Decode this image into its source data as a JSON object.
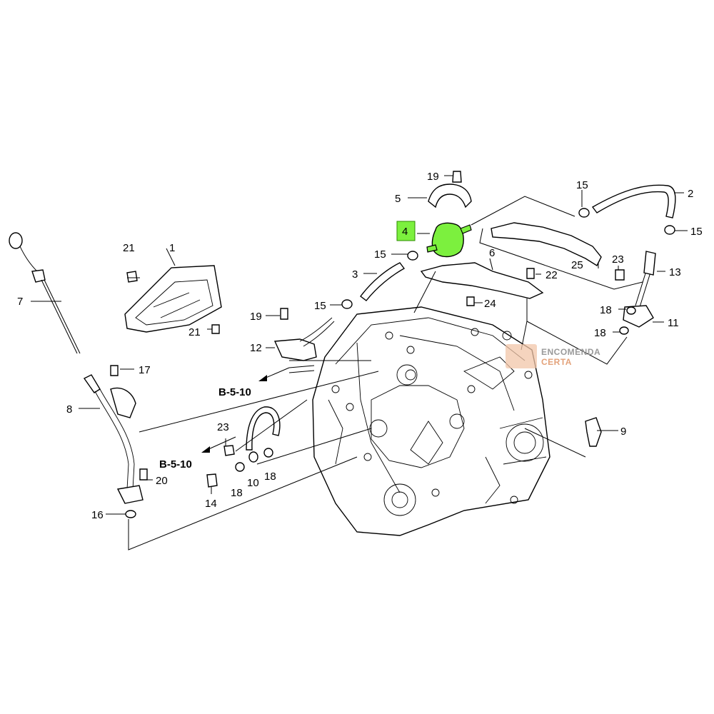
{
  "diagram": {
    "callouts": {
      "c1": "1",
      "c2": "2",
      "c3": "3",
      "c4": "4",
      "c5": "5",
      "c6": "6",
      "c7": "7",
      "c8": "8",
      "c9": "9",
      "c10": "10",
      "c11": "11",
      "c12": "12",
      "c13": "13",
      "c14": "14",
      "c15a": "15",
      "c15b": "15",
      "c15c": "15",
      "c15d": "15",
      "c16": "16",
      "c17": "17",
      "c18a": "18",
      "c18b": "18",
      "c18c": "18",
      "c18d": "18",
      "c19a": "19",
      "c19b": "19",
      "c20": "20",
      "c21a": "21",
      "c21b": "21",
      "c22": "22",
      "c23a": "23",
      "c23b": "23",
      "c24": "24",
      "c25": "25"
    },
    "references": {
      "ref_a": "B-5-10",
      "ref_b": "B-5-10"
    },
    "highlight": {
      "part_label": "4",
      "color": "#7cf03e"
    }
  },
  "watermark": {
    "line1": "ENCOMENDA",
    "line2": "CERTA",
    "accent_color": "#e3a27a"
  }
}
